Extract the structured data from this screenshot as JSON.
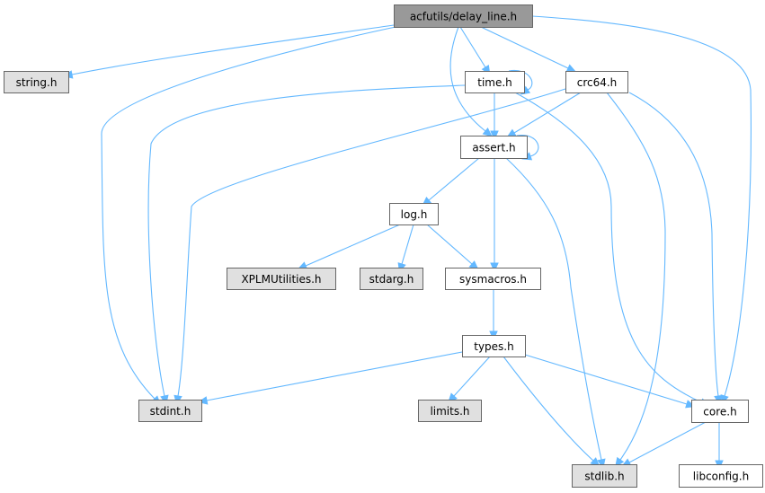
{
  "graph": {
    "nodes": {
      "delay_line": {
        "label": "acfutils/delay_line.h",
        "kind": "root"
      },
      "string": {
        "label": "string.h",
        "kind": "external"
      },
      "time": {
        "label": "time.h",
        "kind": "local"
      },
      "crc64": {
        "label": "crc64.h",
        "kind": "local"
      },
      "assert": {
        "label": "assert.h",
        "kind": "local"
      },
      "log": {
        "label": "log.h",
        "kind": "local"
      },
      "xplm": {
        "label": "XPLMUtilities.h",
        "kind": "external"
      },
      "stdarg": {
        "label": "stdarg.h",
        "kind": "external"
      },
      "sysmacros": {
        "label": "sysmacros.h",
        "kind": "local"
      },
      "types": {
        "label": "types.h",
        "kind": "local"
      },
      "stdint": {
        "label": "stdint.h",
        "kind": "external"
      },
      "limits": {
        "label": "limits.h",
        "kind": "external"
      },
      "core": {
        "label": "core.h",
        "kind": "local"
      },
      "stdlib": {
        "label": "stdlib.h",
        "kind": "external"
      },
      "libconfig": {
        "label": "libconfig.h",
        "kind": "local"
      }
    },
    "edges": [
      [
        "delay_line",
        "string"
      ],
      [
        "delay_line",
        "stdint"
      ],
      [
        "delay_line",
        "time"
      ],
      [
        "delay_line",
        "assert"
      ],
      [
        "delay_line",
        "crc64"
      ],
      [
        "delay_line",
        "core"
      ],
      [
        "time",
        "time"
      ],
      [
        "time",
        "stdint"
      ],
      [
        "time",
        "assert"
      ],
      [
        "time",
        "core"
      ],
      [
        "crc64",
        "stdint"
      ],
      [
        "crc64",
        "assert"
      ],
      [
        "crc64",
        "stdlib"
      ],
      [
        "crc64",
        "core"
      ],
      [
        "assert",
        "assert"
      ],
      [
        "assert",
        "log"
      ],
      [
        "assert",
        "sysmacros"
      ],
      [
        "assert",
        "stdlib"
      ],
      [
        "log",
        "xplm"
      ],
      [
        "log",
        "stdarg"
      ],
      [
        "log",
        "sysmacros"
      ],
      [
        "sysmacros",
        "types"
      ],
      [
        "types",
        "stdint"
      ],
      [
        "types",
        "limits"
      ],
      [
        "types",
        "stdlib"
      ],
      [
        "types",
        "core"
      ],
      [
        "core",
        "stdlib"
      ],
      [
        "core",
        "libconfig"
      ]
    ],
    "colors": {
      "root": "#999999",
      "external": "#e0e0e0",
      "local": "#ffffff",
      "edge": "#63b8ff"
    }
  }
}
